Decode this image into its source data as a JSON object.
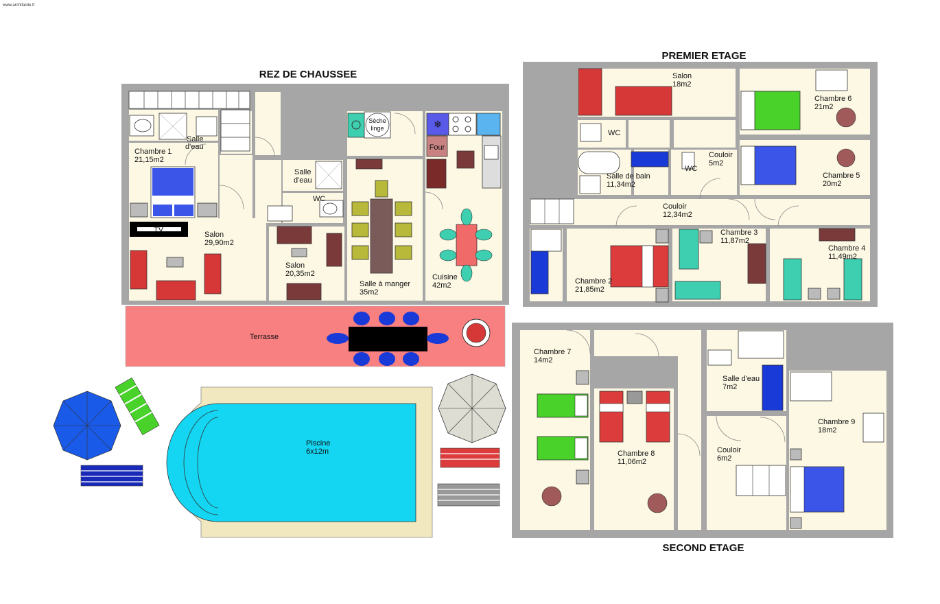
{
  "watermark": "www.archifacile.fr",
  "floors": {
    "ground": "REZ DE CHAUSSEE",
    "first": "PREMIER ETAGE",
    "second": "SECOND ETAGE"
  },
  "ground_rooms": {
    "chambre1": [
      "Chambre 1",
      "21,15m2"
    ],
    "salle_eau": [
      "Salle",
      "d'eau"
    ],
    "salon1": [
      "Salon",
      "29,90m2"
    ],
    "salle_eau2": [
      "Salle",
      "d'eau"
    ],
    "wc": "WC",
    "salon2": [
      "Salon",
      "20,35m2"
    ],
    "seche": [
      "Sèche",
      "linge"
    ],
    "four": "Four",
    "salle_manger": [
      "Salle à manger",
      "35m2"
    ],
    "cuisine": [
      "Cuisine",
      "42m2"
    ],
    "tv": "TV",
    "terrasse": "Terrasse",
    "piscine": [
      "Piscine",
      "6x12m"
    ]
  },
  "first_rooms": {
    "salon": [
      "Salon",
      "18m2"
    ],
    "chambre6": [
      "Chambre 6",
      "21m2"
    ],
    "wc1": "WC",
    "wc2": "WC",
    "couloir_small": [
      "Couloir",
      "5m2"
    ],
    "salle_bain": [
      "Salle de bain",
      "11,34m2"
    ],
    "chambre5": [
      "Chambre 5",
      "20m2"
    ],
    "couloir": [
      "Couloir",
      "12,34m2"
    ],
    "chambre3": [
      "Chambre 3",
      "11,87m2"
    ],
    "chambre4": [
      "Chambre 4",
      "11,49m2"
    ],
    "chambre2": [
      "Chambre 2",
      "21,85m2"
    ]
  },
  "second_rooms": {
    "chambre7": [
      "Chambre 7",
      "14m2"
    ],
    "salle_eau": [
      "Salle d'eau",
      "7m2"
    ],
    "chambre9": [
      "Chambre 9",
      "18m2"
    ],
    "chambre8": [
      "Chambre 8",
      "11,06m2"
    ],
    "couloir": [
      "Couloir",
      "6m2"
    ]
  },
  "colors": {
    "wall": "#a6a6a6",
    "floor": "#fcf8e4",
    "terrace": "#f98080",
    "pool": "#14d6f2",
    "pool_deck": "#f2e8c0",
    "bed_blue": "#3a55e8",
    "bed_green": "#48d22a",
    "bed_red": "#dc3c3c",
    "sofa_red": "#d63838",
    "teal": "#3ecfb0",
    "olive": "#b8b83a",
    "brown": "#7b3a3a"
  }
}
